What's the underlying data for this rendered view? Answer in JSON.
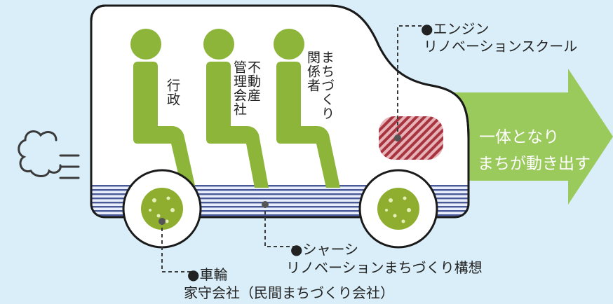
{
  "passengers": [
    {
      "lines": [
        "行政"
      ]
    },
    {
      "lines": [
        "不動産",
        "管理会社"
      ]
    },
    {
      "lines": [
        "まちづくり",
        "関係者"
      ]
    }
  ],
  "engine": {
    "title": "●エンジン",
    "desc": "リノベーションスクール"
  },
  "chassis": {
    "title": "●シャーシ",
    "desc": "リノベーションまちづくり構想"
  },
  "wheel": {
    "title": "●車輪",
    "desc": "家守会社（民間まちづくり会社）"
  },
  "arrow": {
    "line1": "一体となり",
    "line2": "まちが動き出す"
  },
  "colors": {
    "background": "#d9eef8",
    "figure_green": "#8cb53a",
    "arrow_green": "#9ac95c",
    "chassis_stripe": "#4a5a99",
    "engine_red": "#b0404a"
  }
}
